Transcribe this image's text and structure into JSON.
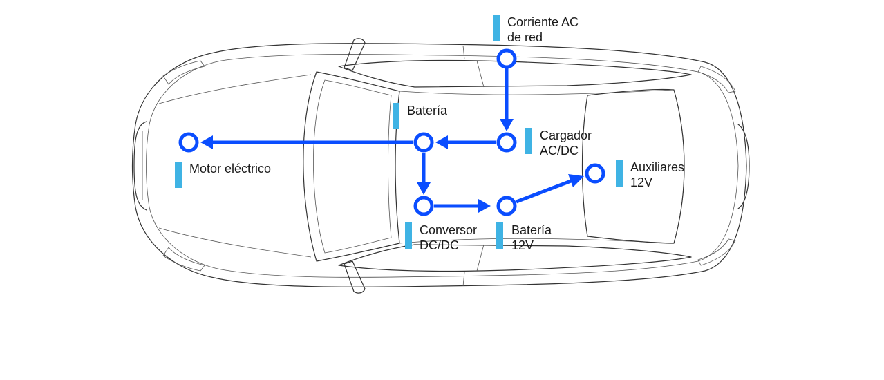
{
  "colors": {
    "flow": "#0a4dff",
    "tag": "#3fb3e4",
    "outline": "#333333"
  },
  "components": {
    "ac_mains": {
      "line1": "Corriente AC",
      "line2": "de red"
    },
    "charger": {
      "line1": "Cargador",
      "line2": "AC/DC"
    },
    "battery": {
      "line1": "Batería"
    },
    "motor": {
      "line1": "Motor eléctrico"
    },
    "converter": {
      "line1": "Conversor",
      "line2": "DC/DC"
    },
    "battery12v": {
      "line1": "Batería",
      "line2": "12V"
    },
    "auxiliaries": {
      "line1": "Auxiliares",
      "line2": "12V"
    }
  }
}
